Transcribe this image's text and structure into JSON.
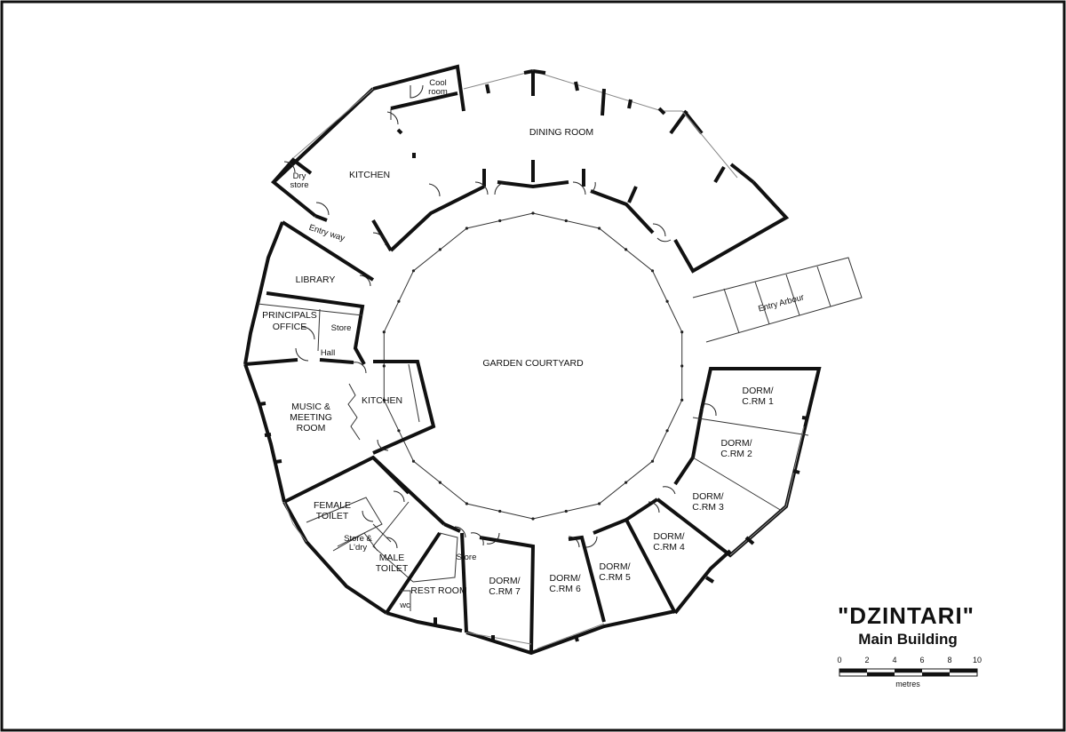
{
  "title": "\"DZINTARI\"",
  "subtitle": "Main Building",
  "rooms": {
    "cool_room": [
      "Cool",
      "room"
    ],
    "dining_room": "DINING ROOM",
    "kitchen_top": "KITCHEN",
    "dry_store": [
      "Dry",
      "store"
    ],
    "entry_way": "Entry way",
    "library": "LIBRARY",
    "principals_office": [
      "PRINCIPALS",
      "OFFICE"
    ],
    "store_office": "Store",
    "hall": "Hall",
    "entry_arbour": "Entry Arbour",
    "garden_courtyard": "GARDEN COURTYARD",
    "music_room": [
      "MUSIC &",
      "MEETING",
      "ROOM"
    ],
    "kitchen_small": "KITCHEN",
    "dorm1": [
      "DORM/",
      "C.RM 1"
    ],
    "dorm2": [
      "DORM/",
      "C.RM 2"
    ],
    "dorm3": [
      "DORM/",
      "C.RM 3"
    ],
    "dorm4": [
      "DORM/",
      "C.RM 4"
    ],
    "dorm5": [
      "DORM/",
      "C.RM 5"
    ],
    "dorm6": [
      "DORM/",
      "C.RM 6"
    ],
    "dorm7": [
      "DORM/",
      "C.RM 7"
    ],
    "female_toilet": [
      "FEMALE",
      "TOILET"
    ],
    "male_toilet": [
      "MALE",
      "TOILET"
    ],
    "store_ldry": [
      "Store &",
      "L'dry"
    ],
    "store_rest": "Store",
    "rest_room": "REST ROOM",
    "wc": "wc"
  },
  "scale": {
    "ticks": [
      "0",
      "2",
      "4",
      "6",
      "8",
      "10"
    ],
    "unit": "metres"
  }
}
